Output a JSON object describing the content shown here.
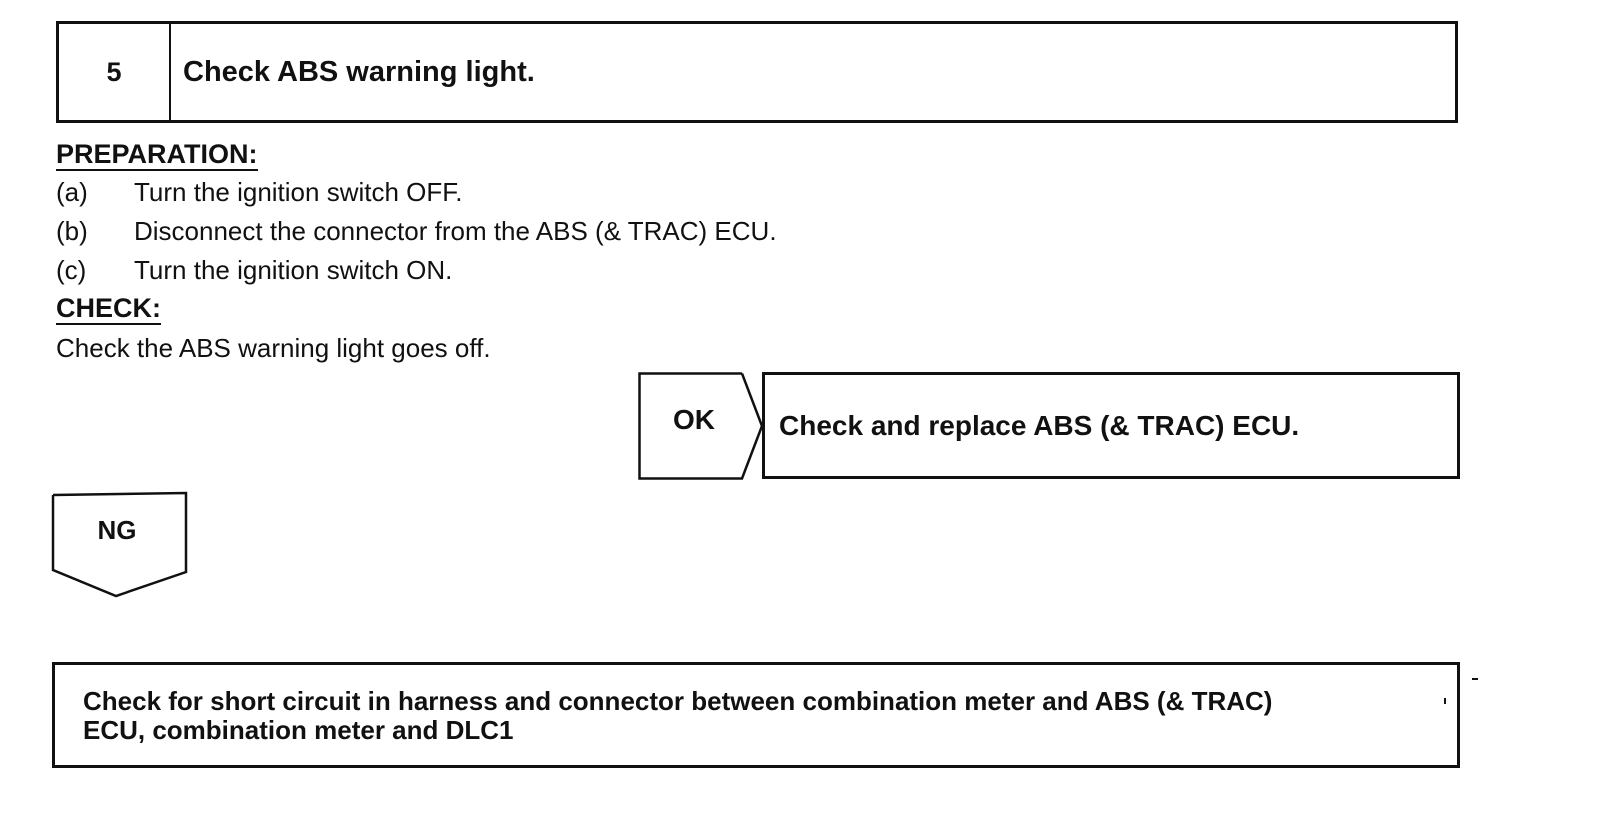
{
  "step": {
    "number": "5",
    "title": "Check ABS warning light."
  },
  "preparation": {
    "heading": "PREPARATION:",
    "items": [
      {
        "letter": "(a)",
        "text": "Turn the ignition switch OFF."
      },
      {
        "letter": "(b)",
        "text": "Disconnect the connector from the ABS (& TRAC) ECU."
      },
      {
        "letter": "(c)",
        "text": "Turn the ignition switch ON."
      }
    ]
  },
  "check": {
    "heading": "CHECK:",
    "text": "Check the ABS warning light goes off."
  },
  "ok_branch": {
    "label": "OK",
    "result": "Check and replace ABS (& TRAC) ECU."
  },
  "ng_branch": {
    "label": "NG"
  },
  "next_step": {
    "line1": "Check for short circuit in harness and connector between combination meter and ABS (& TRAC)",
    "line2": "ECU, combination meter and DLC1"
  }
}
